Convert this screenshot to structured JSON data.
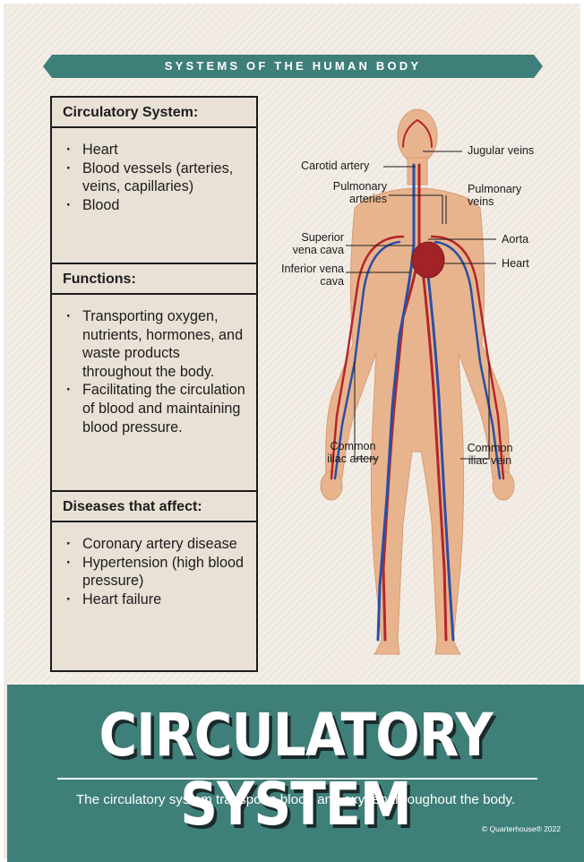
{
  "banner": {
    "text": "SYSTEMS OF THE HUMAN BODY"
  },
  "panels": [
    {
      "heading": "Circulatory System:",
      "items": [
        "Heart",
        "Blood vessels (arteries, veins, capillaries)",
        "Blood"
      ]
    },
    {
      "heading": "Functions:",
      "items": [
        "Transporting oxygen, nutrients, hormones, and waste products throughout the body.",
        "Facilitating the circulation of blood and maintaining blood pressure."
      ]
    },
    {
      "heading": "Diseases that affect:",
      "items": [
        "Coronary artery disease",
        "Hypertension (high blood pressure)",
        "Heart failure"
      ]
    }
  ],
  "labels": {
    "jugular_veins": "Jugular veins",
    "carotid_artery": "Carotid artery",
    "pulmonary_arteries": "Pulmonary arteries",
    "pulmonary_veins": "Pulmonary veins",
    "superior_vena_cava": "Superior vena cava",
    "aorta": "Aorta",
    "inferior_vena_cava": "Inferior vena cava",
    "heart": "Heart",
    "common_iliac_artery": "Common iliac artery",
    "common_iliac_vein": "Common iliac vein"
  },
  "footer": {
    "title": "CIRCULATORY SYSTEM",
    "tagline": "The circulatory system transports blood and oxygen throughout the body.",
    "copyright": "© Quarterhouse® 2022"
  },
  "colors": {
    "teal": "#3e7f79",
    "artery": "#b3262b",
    "vein": "#2c4fa3",
    "skin": "#e8b48e"
  }
}
